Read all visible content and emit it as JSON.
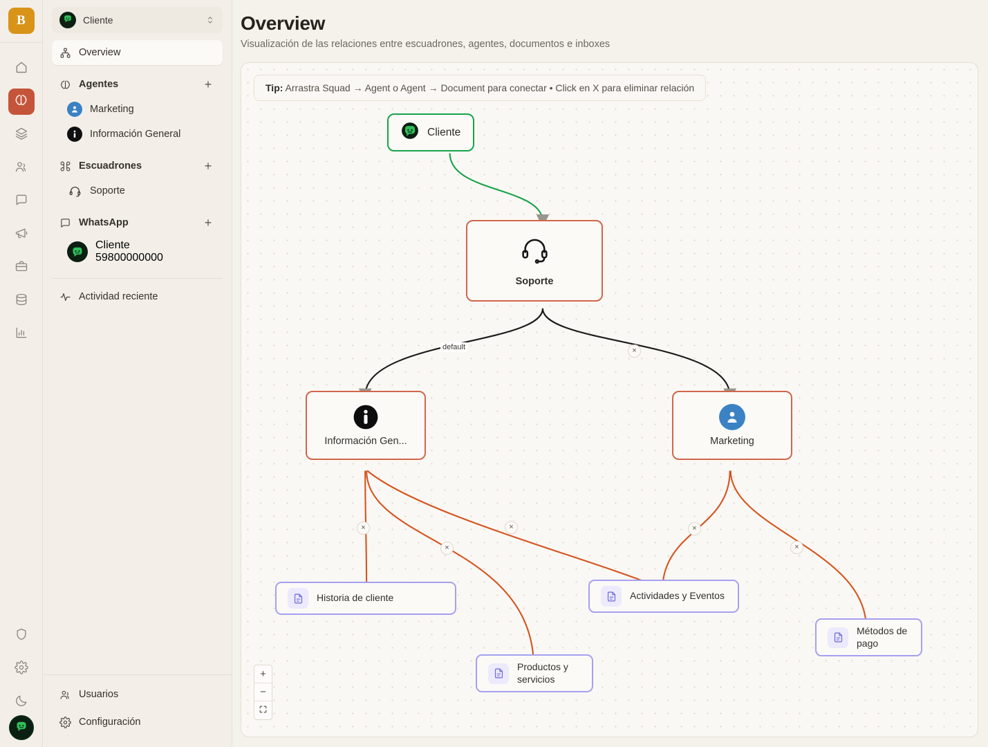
{
  "rail": {
    "logo_text": "B",
    "logo_color": "#d99318",
    "active_color": "#c5553a",
    "items": [
      {
        "icon": "home-icon",
        "name": "rail-home"
      },
      {
        "icon": "brain-icon",
        "name": "rail-agents",
        "active": true
      },
      {
        "icon": "layers-icon",
        "name": "rail-layers"
      },
      {
        "icon": "contacts-icon",
        "name": "rail-contacts"
      },
      {
        "icon": "chat-icon",
        "name": "rail-chat"
      },
      {
        "icon": "megaphone-icon",
        "name": "rail-campaigns"
      },
      {
        "icon": "briefcase-icon",
        "name": "rail-briefcase"
      },
      {
        "icon": "database-icon",
        "name": "rail-database"
      },
      {
        "icon": "bar-chart-icon",
        "name": "rail-analytics"
      }
    ],
    "bottom_items": [
      {
        "icon": "shield-icon",
        "name": "rail-security"
      },
      {
        "icon": "gear-icon",
        "name": "rail-settings"
      },
      {
        "icon": "moon-icon",
        "name": "rail-dark-mode"
      }
    ],
    "avatar": "bot-avatar"
  },
  "workspace": {
    "name": "Cliente",
    "avatar_icon": "bot-avatar",
    "chevron_icon": "chevron-updown-icon"
  },
  "sidebar": {
    "overview": {
      "label": "Overview",
      "icon": "sitemap-icon"
    },
    "sections": [
      {
        "title": "Agentes",
        "icon": "brain-icon",
        "add_label": "+",
        "items": [
          {
            "label": "Marketing",
            "avatar": "marketing-bot-icon",
            "avatar_color": "#3b82c4"
          },
          {
            "label": "Información General",
            "avatar": "info-icon",
            "avatar_color": "#101010"
          }
        ]
      },
      {
        "title": "Escuadrones",
        "icon": "command-icon",
        "add_label": "+",
        "items": [
          {
            "label": "Soporte",
            "avatar": "headset-icon",
            "avatar_color": "none"
          }
        ]
      },
      {
        "title": "WhatsApp",
        "icon": "chat-icon",
        "add_label": "+",
        "inboxes": [
          {
            "label": "Cliente",
            "sub": "59800000000",
            "avatar": "bot-avatar"
          }
        ]
      }
    ],
    "activity": {
      "label": "Actividad reciente",
      "icon": "activity-icon"
    },
    "footer": [
      {
        "label": "Usuarios",
        "icon": "users-icon"
      },
      {
        "label": "Configuración",
        "icon": "gear-icon"
      }
    ]
  },
  "header": {
    "title": "Overview",
    "subtitle": "Visualización de las relaciones entre escuadrones, agentes, documentos e inboxes"
  },
  "canvas": {
    "tip_prefix": "Tip:",
    "tip_text": "Arrastra Squad → Agent o Agent → Document para conectar • Click en X para eliminar relación",
    "zoom_in_label": "+",
    "zoom_out_label": "−",
    "fit_view_icon": "fit-view-icon",
    "nodes": {
      "inbox": {
        "label": "Cliente",
        "type": "inbox",
        "color": "#16a34a",
        "icon": "bot-avatar"
      },
      "squad": {
        "label": "Soporte",
        "type": "squad",
        "color": "#d0664a",
        "icon": "headset-icon"
      },
      "agent_info": {
        "label": "Información Gen...",
        "type": "agent",
        "color": "#d0664a",
        "icon": "info-icon"
      },
      "agent_marketing": {
        "label": "Marketing",
        "type": "agent",
        "color": "#d0664a",
        "icon": "marketing-bot-icon"
      },
      "doc_historia": {
        "label": "Historia de cliente",
        "type": "document",
        "color": "#a5a0f0",
        "icon": "document-icon"
      },
      "doc_productos": {
        "label": "Productos y servicios",
        "type": "document",
        "color": "#a5a0f0",
        "icon": "document-icon"
      },
      "doc_actividades": {
        "label": "Actividades y Eventos",
        "type": "document",
        "color": "#a5a0f0",
        "icon": "document-icon"
      },
      "doc_metodos": {
        "label": "Métodos de pago",
        "type": "document",
        "color": "#a5a0f0",
        "icon": "document-icon"
      }
    },
    "edges": [
      {
        "from": "inbox",
        "to": "squad",
        "color": "#16a34a",
        "label": "",
        "delete": false
      },
      {
        "from": "squad",
        "to": "agent_info",
        "color": "#1a1a1a",
        "label": "default",
        "delete": false
      },
      {
        "from": "squad",
        "to": "agent_marketing",
        "color": "#1a1a1a",
        "label": "",
        "delete": true
      },
      {
        "from": "agent_info",
        "to": "doc_historia",
        "color": "#d4541f",
        "label": "",
        "delete": true
      },
      {
        "from": "agent_info",
        "to": "doc_productos",
        "color": "#d4541f",
        "label": "",
        "delete": true
      },
      {
        "from": "agent_info",
        "to": "doc_actividades",
        "color": "#d4541f",
        "label": "",
        "delete": true
      },
      {
        "from": "agent_marketing",
        "to": "doc_actividades",
        "color": "#d4541f",
        "label": "",
        "delete": true
      },
      {
        "from": "agent_marketing",
        "to": "doc_metodos",
        "color": "#d4541f",
        "label": "",
        "delete": true
      }
    ],
    "delete_label": "×"
  }
}
